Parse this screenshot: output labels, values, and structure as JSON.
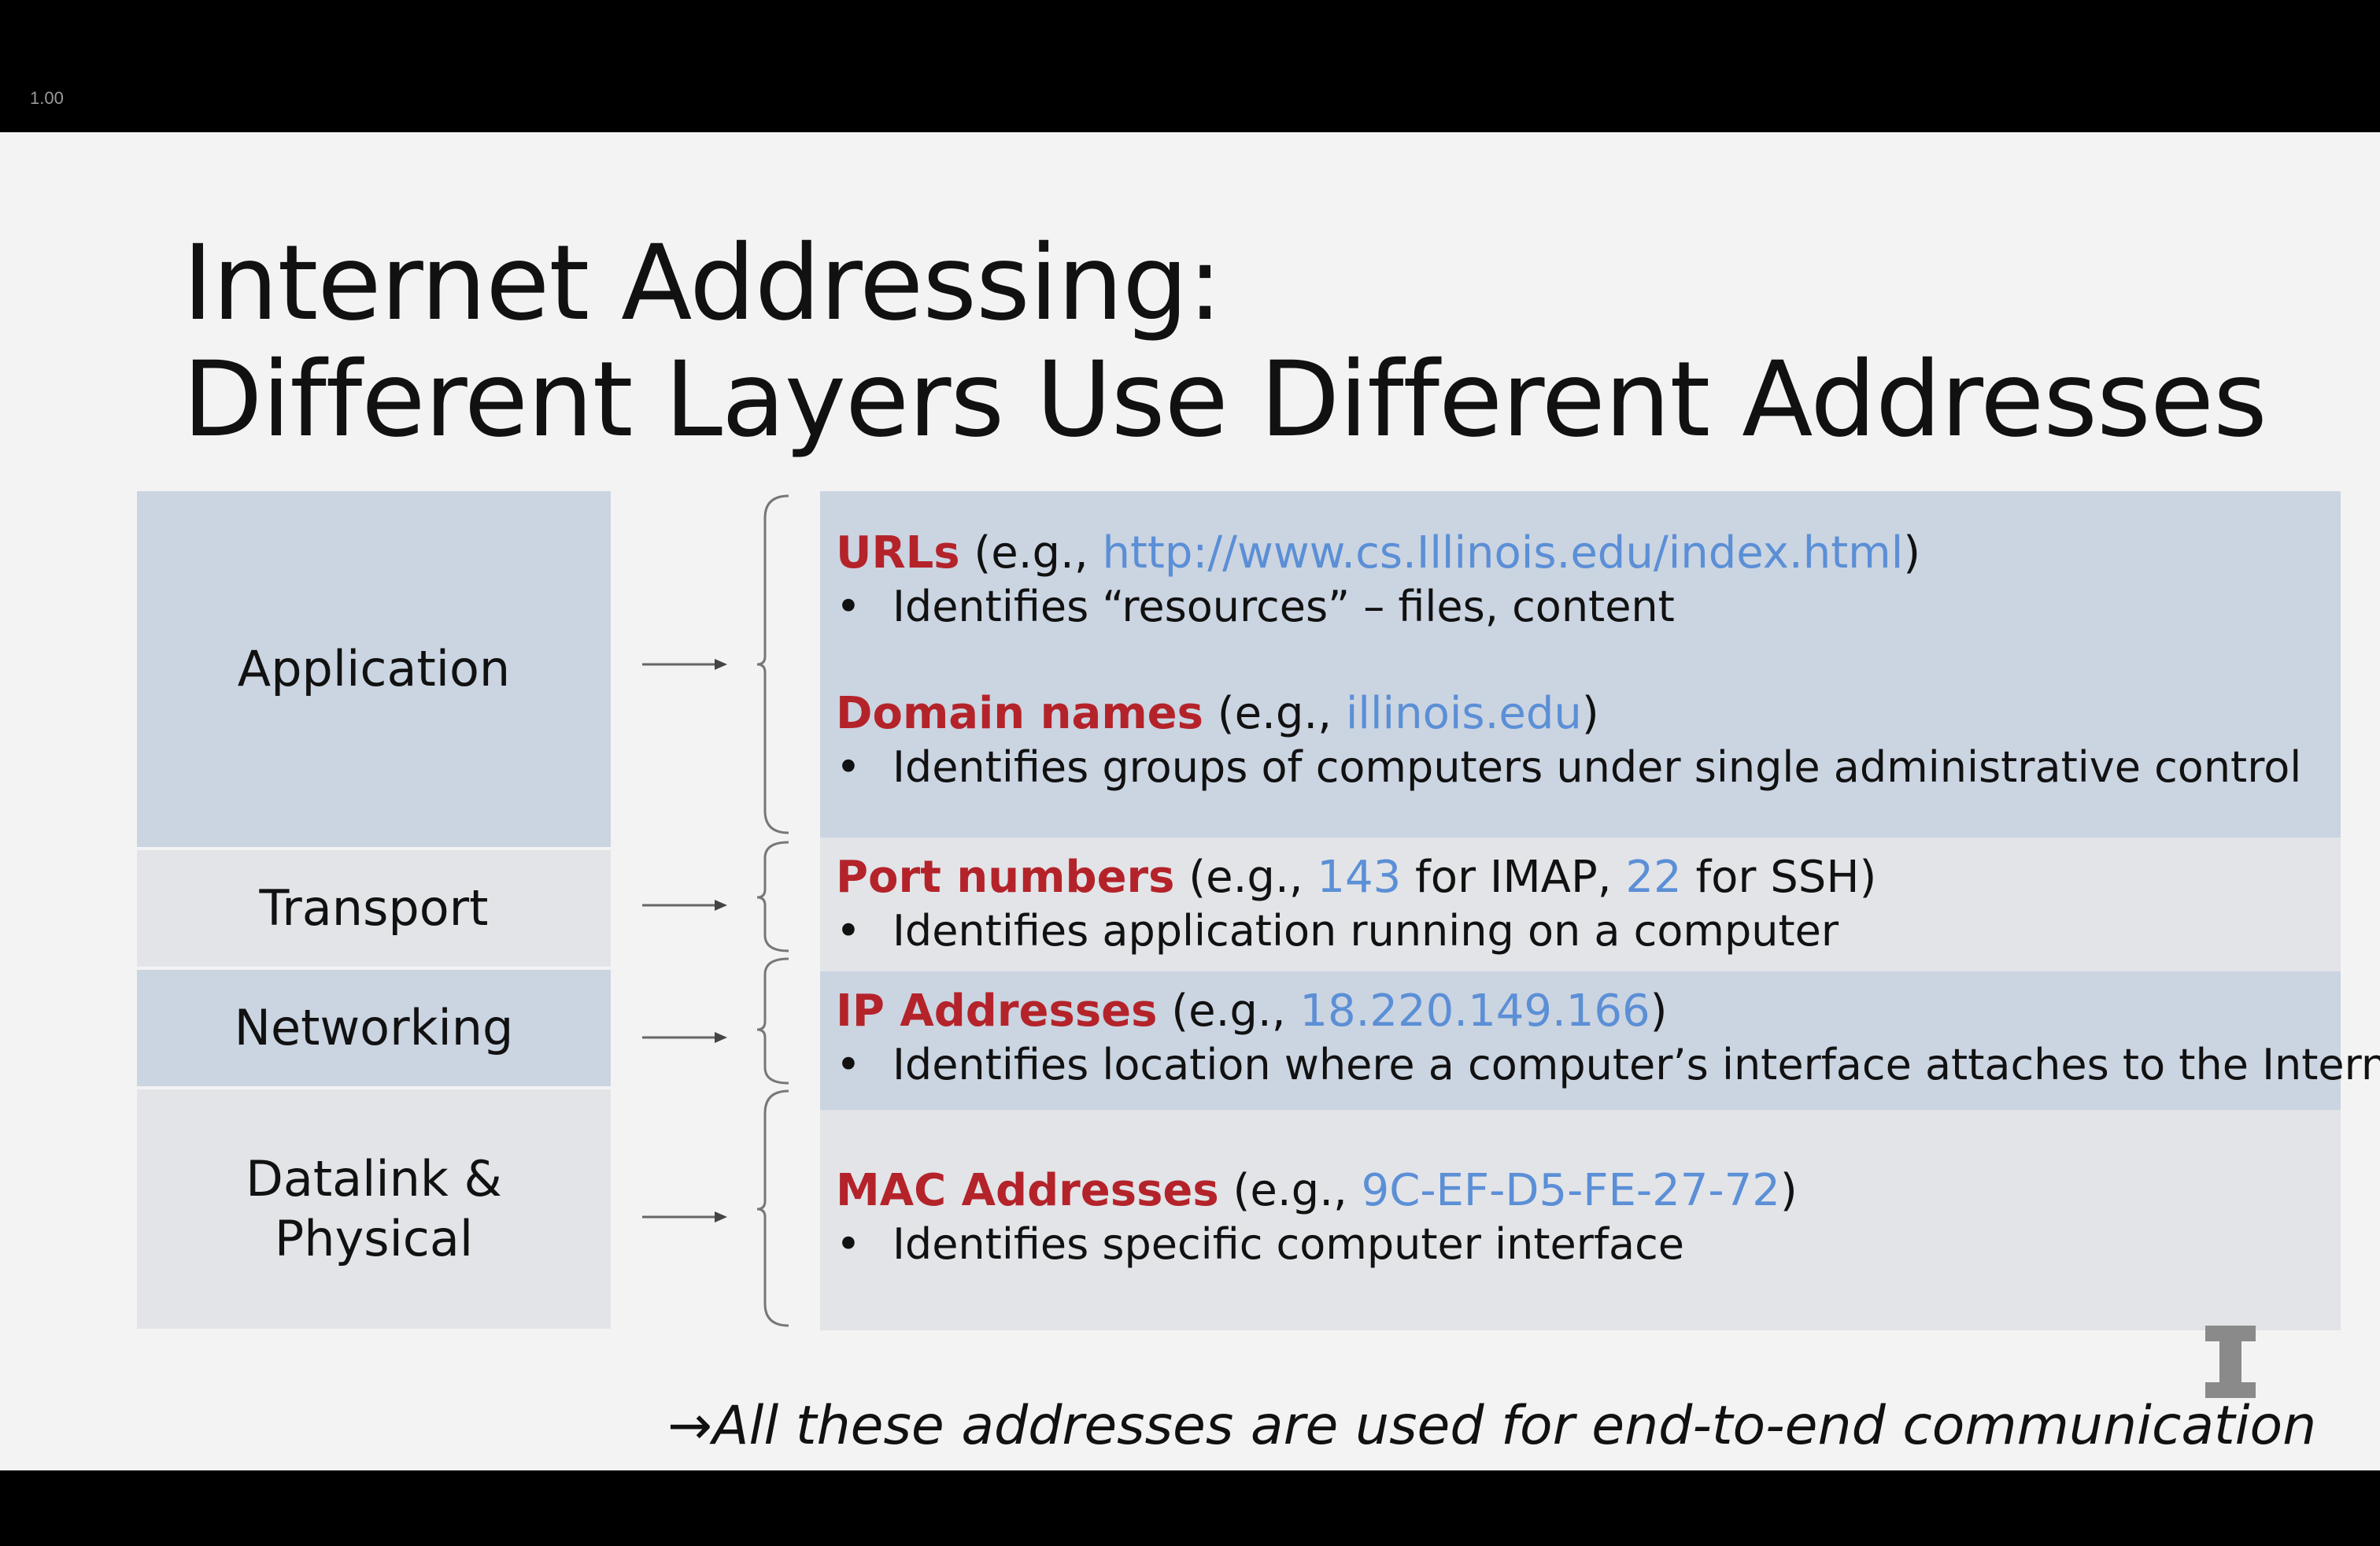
{
  "player": {
    "speed": "1.00"
  },
  "slide": {
    "title_line1": "Internet Addressing:",
    "title_line2": "Different Layers Use Different Addresses",
    "layers": [
      {
        "label_line1": "Application",
        "label_line2": ""
      },
      {
        "label_line1": "Transport",
        "label_line2": ""
      },
      {
        "label_line1": "Networking",
        "label_line2": ""
      },
      {
        "label_line1": "Datalink &",
        "label_line2": "Physical"
      }
    ],
    "entries": {
      "urls": {
        "keyword": "URLs",
        "prefix": " (e.g., ",
        "example": "http://www.cs.Illinois.edu/index.html",
        "suffix": ")",
        "bullet": "Identifies “resources” – files, content"
      },
      "domains": {
        "keyword": "Domain names",
        "prefix": " (e.g., ",
        "example": "illinois.edu",
        "suffix": ")",
        "bullet": "Identifies groups of computers under single administrative control"
      },
      "ports": {
        "keyword": "Port numbers",
        "prefix": " (e.g., ",
        "example1": "143",
        "mid": " for IMAP, ",
        "example2": "22",
        "suffix": " for SSH)",
        "bullet": "Identifies application running on a computer"
      },
      "ip": {
        "keyword": "IP Addresses",
        "prefix": " (e.g., ",
        "example": "18.220.149.166",
        "suffix": ")",
        "bullet": "Identifies location where a computer’s interface attaches to the Internet"
      },
      "mac": {
        "keyword": "MAC Addresses",
        "prefix": " (e.g., ",
        "example": "9C-EF-D5-FE-27-72",
        "suffix": ")",
        "bullet": "Identifies specific computer interface"
      }
    },
    "bullet_char": "•",
    "footer_arrow": "→",
    "footer": "All these addresses are used for end-to-end communication",
    "colors": {
      "keyword": "#b4232a",
      "example": "#5b8fd6",
      "blue_band": "#cbd4e1",
      "gray_band": "#e2e4e8"
    },
    "logo_icon": "illinois-block-i-logo"
  }
}
